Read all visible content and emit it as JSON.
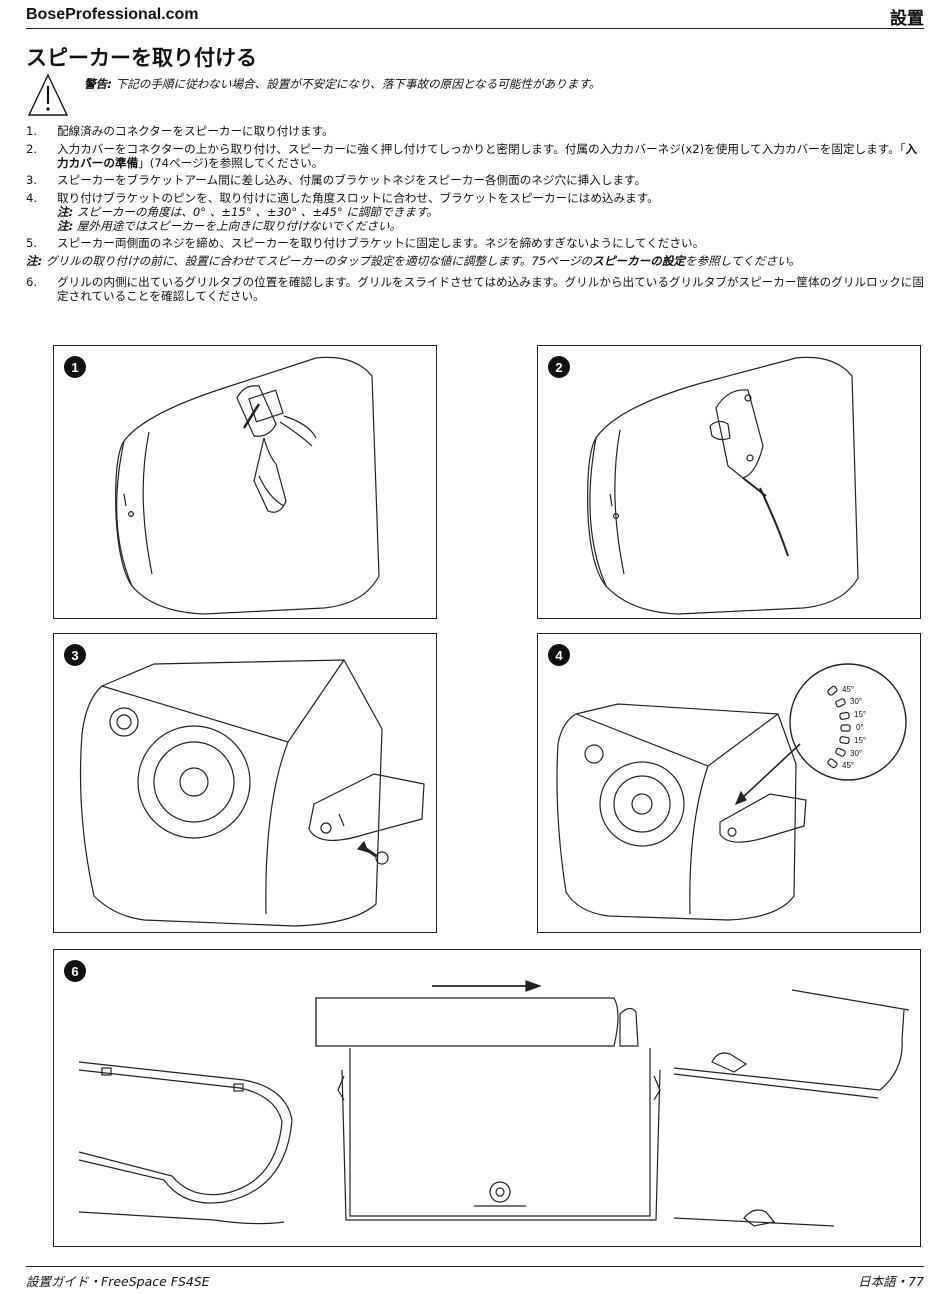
{
  "header": {
    "site": "BoseProfessional.com",
    "section": "設置"
  },
  "title": "スピーカーを取り付ける",
  "warning": {
    "label": "警告:",
    "text": " 下記の手順に従わない場合、設置が不安定になり、落下事故の原因となる可能性があります。"
  },
  "steps": [
    {
      "num": "1.",
      "text": "配線済みのコネクターをスピーカーに取り付けます。"
    },
    {
      "num": "2.",
      "pre": "入力カバーをコネクターの上から取り付け、スピーカーに強く押し付けてしっかりと密閉します。付属の入力カバーネジ(x2)を使用して入力カバーを固定します。「",
      "bold": "入力カバーの準備",
      "post": "」(74ページ)を参照してください。"
    },
    {
      "num": "3.",
      "text": "スピーカーをブラケットアーム間に差し込み、付属のブラケットネジをスピーカー各側面のネジ穴に挿入します。"
    },
    {
      "num": "4.",
      "text": "取り付けブラケットのピンを、取り付けに適した角度スロットに合わせ、ブラケットをスピーカーにはめ込みます。",
      "note1_label": "注:",
      "note1_text": " スピーカーの角度は、0° 、±15° 、±30° 、±45° に調節できます。",
      "note2_label": "注:",
      "note2_text": " 屋外用途ではスピーカーを上向きに取り付けないでください。"
    },
    {
      "num": "5.",
      "text": "スピーカー両側面のネジを締め、スピーカーを取り付けブラケットに固定します。ネジを締めすぎないようにしてください。"
    }
  ],
  "note": {
    "label": "注:",
    "pre": " グリルの取り付けの前に、設置に合わせてスピーカーのタップ設定を適切な値に調整します。75ページの",
    "bold": "スピーカーの設定",
    "post": "を参照してください。"
  },
  "step6": {
    "num": "6.",
    "text": "グリルの内側に出ているグリルタブの位置を確認します。グリルをスライドさせてはめ込みます。グリルから出ているグリルタブがスピーカー筐体のグリルロックに固定されていることを確認してください。"
  },
  "figures": {
    "badges": [
      "1",
      "2",
      "3",
      "4",
      "6"
    ],
    "angles": [
      "45°",
      "30°",
      "15°",
      "0°",
      "15°",
      "30°",
      "45°"
    ]
  },
  "footer": {
    "left": "設置ガイド・FreeSpace FS4SE",
    "right": "日本語・77"
  }
}
